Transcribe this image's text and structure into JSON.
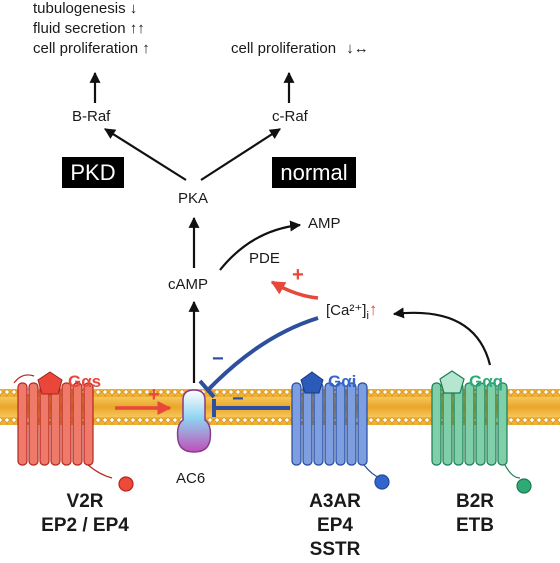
{
  "pkd_effects": {
    "tubulogenesis": "tubulogenesis",
    "tubulogenesis_arrow": "↓",
    "fluid": "fluid secretion",
    "fluid_arrow": "↑↑",
    "prolif": "cell proliferation",
    "prolif_arrow": "↑"
  },
  "normal_effects": {
    "prolif": "cell proliferation",
    "prolif_arrow": "↓↔"
  },
  "nodes": {
    "braf": "B-Raf",
    "craf": "c-Raf",
    "pka": "PKA",
    "camp": "cAMP",
    "amp": "AMP",
    "pde": "PDE",
    "ca": "[Ca²⁺]",
    "ca_sub": "i",
    "ca_arrow": "↑",
    "ac6": "AC6"
  },
  "boxes": {
    "pkd": "PKD",
    "normal": "normal"
  },
  "signs": {
    "plus_pde": "+",
    "plus_gs": "+",
    "minus_ca": "−",
    "minus_gi": "−"
  },
  "gproteins": {
    "gs": "Gαs",
    "gi": "Gαi",
    "gq": "Gαq"
  },
  "receptors": {
    "gs_line1": "V2R",
    "gs_line2": "EP2 / EP4",
    "gi_line1": "A3AR",
    "gi_line2": "EP4",
    "gi_line3": "SSTR",
    "gq_line1": "B2R",
    "gq_line2": "ETB"
  },
  "colors": {
    "gs": "#e8473a",
    "gi": "#3366cc",
    "gq": "#2eaa77",
    "inhibit": "#2d4f9e",
    "membrane": "#f2b233"
  }
}
